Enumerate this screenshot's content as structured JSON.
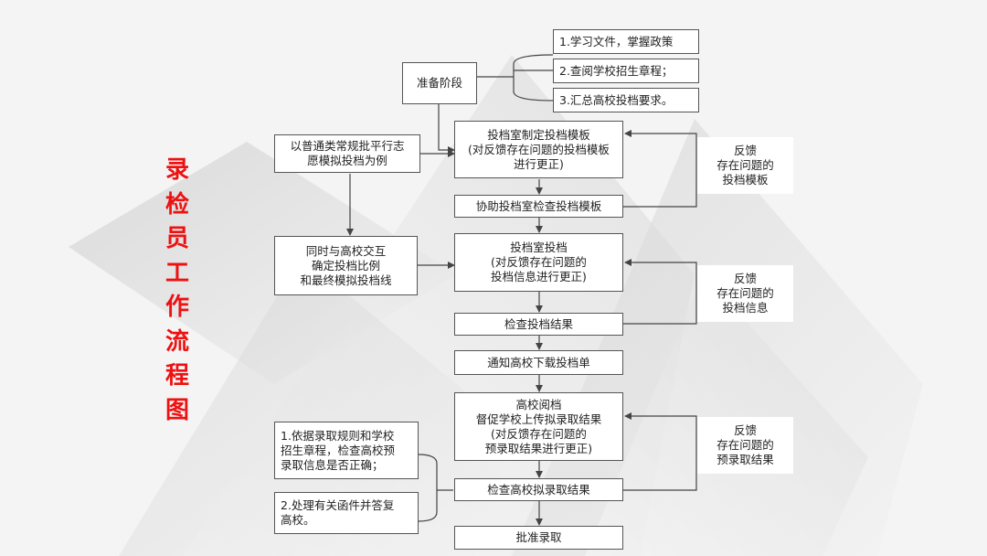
{
  "title_chars": [
    "录",
    "检",
    "员",
    "工",
    "作",
    "流",
    "程",
    "图"
  ],
  "colors": {
    "title": "#ee1111",
    "box_border": "#555555",
    "line": "#444444"
  },
  "prep": {
    "stage": "准备阶段",
    "items": [
      "1.学习文件，掌握政策",
      "2.查阅学校招生章程；",
      "3.汇总高校投档要求。"
    ]
  },
  "left": {
    "example": "以普通类常规批平行志\n愿模拟投档为例",
    "interact": "同时与高校交互\n确定投档比例\n和最终模拟投档线"
  },
  "main": {
    "template": "投档室制定投档模板\n(对反馈存在问题的投档模板\n进行更正)",
    "check_template": "协助投档室检查投档模板",
    "archive": "投档室投档\n(对反馈存在问题的\n投档信息进行更正)",
    "check_result": "检查投档结果",
    "notify": "通知高校下载投档单",
    "review": "高校阅档\n督促学校上传拟录取结果\n(对反馈存在问题的\n预录取结果进行更正)",
    "check_admission": "检查高校拟录取结果",
    "approve": "批准录取"
  },
  "feedback": {
    "template": "反馈\n存在问题的\n投档模板",
    "info": "反馈\n存在问题的\n投档信息",
    "admission": "反馈\n存在问题的\n预录取结果"
  },
  "bottom_left": {
    "item1": "1.依据录取规则和学校\n招生章程，检查高校预\n录取信息是否正确；",
    "item2": "2.处理有关函件并答复\n高校。"
  }
}
